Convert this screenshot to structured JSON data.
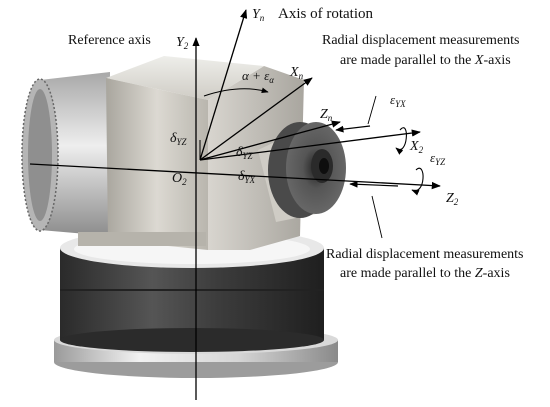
{
  "labels": {
    "axis_of_rotation_symbol": "Y",
    "axis_of_rotation_sub": "n",
    "axis_of_rotation_text": "Axis of rotation",
    "reference_axis": "Reference axis",
    "y2_symbol": "Y",
    "y2_sub": "2",
    "alpha_eps": "α + ε",
    "alpha_eps_sub": "α",
    "xn_symbol": "X",
    "xn_sub": "n",
    "zn_symbol": "Z",
    "zn_sub": "n",
    "x2_symbol": "X",
    "x2_sub": "2",
    "z2_symbol": "Z",
    "z2_sub": "2",
    "o2_symbol": "O",
    "o2_sub": "2",
    "delta_yz_left": "δ",
    "delta_yz_left_sub": "YZ",
    "delta_yz_center": "δ",
    "delta_yz_center_sub": "YZ",
    "delta_yx": "δ",
    "delta_yx_sub": "YX",
    "eps_yx": "ε",
    "eps_yx_sub": "YX",
    "eps_yz": "ε",
    "eps_yz_sub": "YZ",
    "note_x_line1": "Radial displacement measurements",
    "note_x_line2_pre": "are made parallel to the ",
    "note_x_line2_axis": "X",
    "note_x_line2_post": "-axis",
    "note_z_line1": "Radial displacement measurements",
    "note_z_line2_pre": "are made parallel to the ",
    "note_z_line2_axis": "Z",
    "note_z_line2_post": "-axis"
  },
  "colors": {
    "body_metal": "#c9c6bf",
    "dark_band": "#3a3a3a",
    "line": "#000000"
  }
}
